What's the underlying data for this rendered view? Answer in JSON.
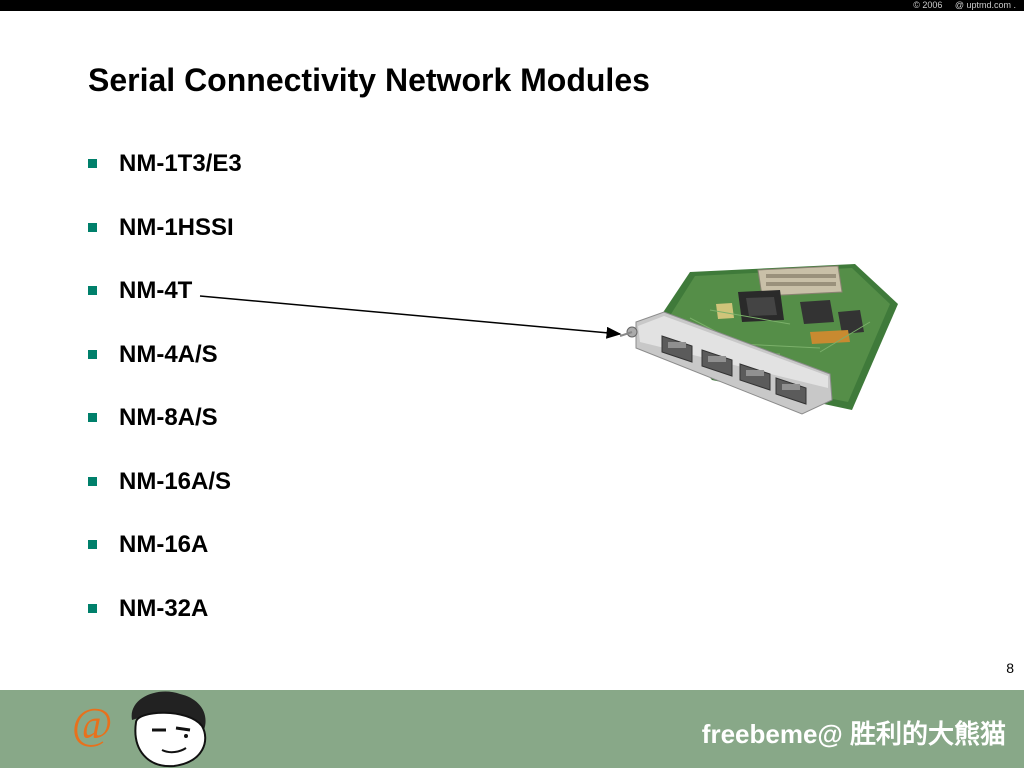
{
  "header": {
    "copyright": "© 2006     @ uptmd.com ."
  },
  "slide": {
    "title": "Serial Connectivity Network Modules",
    "bullets": [
      "NM-1T3/E3",
      "NM-1HSSI",
      "NM-4T",
      "NM-4A/S",
      "NM-8A/S",
      "NM-16A/S",
      "NM-16A",
      "NM-32A"
    ],
    "page_number": "8"
  },
  "footer": {
    "at_symbol": "@",
    "brand": "freebeme@ 胜利的大熊猫"
  },
  "colors": {
    "bullet_marker": "#00806b",
    "footer_bg": "#88a888",
    "at_color": "#e8711c"
  },
  "icons": {
    "bullet": "square-bullet-icon",
    "module": "network-module-photo",
    "avatar": "cartoon-face-avatar"
  }
}
